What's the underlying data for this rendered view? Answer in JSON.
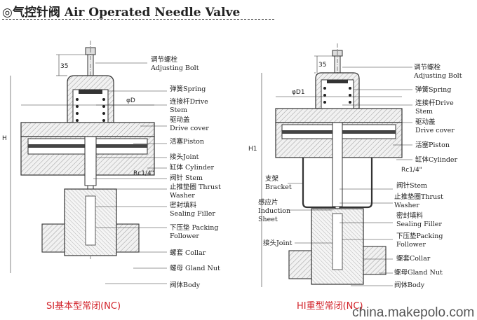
{
  "title": {
    "symbol": "◎",
    "cn": "气控针阀",
    "en": "Air Operated Needle Valve"
  },
  "left_drawing": {
    "caption": "SI基本型常闭(NC)",
    "dims": {
      "top": "35",
      "diameter": "φD",
      "height": "H",
      "port": "Rc1/4\""
    },
    "labels": [
      {
        "cn": "调节螺栓",
        "en": "Adjusting Bolt"
      },
      {
        "cn": "弹簧Spring",
        "en": ""
      },
      {
        "cn": "连接杆Drive",
        "en": "Stem"
      },
      {
        "cn": "驱动盖",
        "en": "Drive cover"
      },
      {
        "cn": "活塞Piston",
        "en": ""
      },
      {
        "cn": "接头Joint",
        "en": ""
      },
      {
        "cn": "缸体 Cylinder",
        "en": ""
      },
      {
        "cn": "阀针 Stem",
        "en": ""
      },
      {
        "cn": "止推垫圈 Thrust",
        "en": "Washer"
      },
      {
        "cn": "密封填料",
        "en": "Sealing Filler"
      },
      {
        "cn": "下压垫 Packing",
        "en": "Follower"
      },
      {
        "cn": "螺套 Collar",
        "en": ""
      },
      {
        "cn": "螺母 Gland Nut",
        "en": ""
      },
      {
        "cn": "阀体Body",
        "en": ""
      }
    ]
  },
  "right_drawing": {
    "caption": "HI重型常闭(NC)",
    "dims": {
      "top": "35",
      "diameter": "φD1",
      "height": "H1",
      "port": "Rc1/4\""
    },
    "labels": [
      {
        "cn": "调节螺栓",
        "en": "Adjusting Bolt"
      },
      {
        "cn": "弹簧Spring",
        "en": ""
      },
      {
        "cn": "连接杆Drive",
        "en": "Stem"
      },
      {
        "cn": "驱动盖",
        "en": "Drive cover"
      },
      {
        "cn": "活塞Piston",
        "en": ""
      },
      {
        "cn": "缸体Cylinder",
        "en": ""
      },
      {
        "cn": "支架",
        "en": "Bracket"
      },
      {
        "cn": "阀针Stem",
        "en": ""
      },
      {
        "cn": "止推垫圈Thrust",
        "en": "Washer"
      },
      {
        "cn": "感应片",
        "en": "Induction"
      },
      {
        "cn": "",
        "en": "Sheet"
      },
      {
        "cn": "密封填料",
        "en": "Sealing Filler"
      },
      {
        "cn": "下压垫Packing",
        "en": "Follower"
      },
      {
        "cn": "接头Joint",
        "en": ""
      },
      {
        "cn": "螺套Collar",
        "en": ""
      },
      {
        "cn": "螺母Gland Nut",
        "en": ""
      },
      {
        "cn": "阀体Body",
        "en": ""
      }
    ]
  },
  "watermark": "china.makepolo.com"
}
